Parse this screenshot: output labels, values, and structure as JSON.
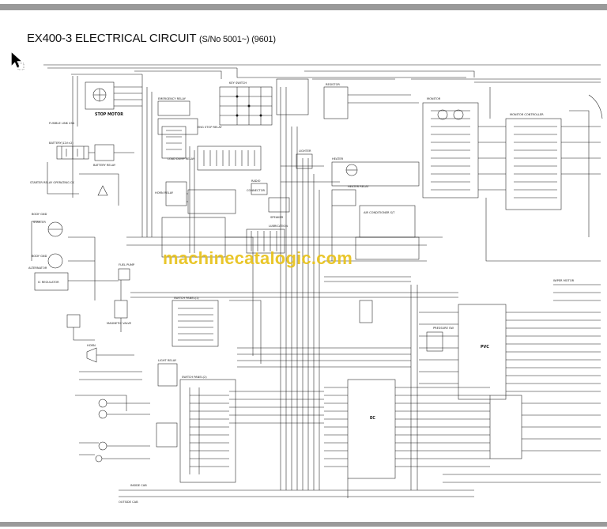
{
  "diagram": {
    "title_main": "EX400-3  ELECTRICAL CIRCUIT",
    "title_sub": "(S/No 5001~) (9601)",
    "watermark": "machinecatalogic.com",
    "labels": {
      "stop_motor": "STOP MOTOR",
      "fusible_link": "FUSIBLE LINK 45A",
      "battery": "BATTERY(12V×2)",
      "battery_relay": "BATTERY RELAY",
      "starter_relay": "STARTER RELAY OPERATING CK",
      "body_gnd1": "BODY GND",
      "starter": "STARTER",
      "body_gnd2": "BODY GND",
      "alternator": "ALTERNATOR",
      "ic_regulator": "IC REGULATOR",
      "fuel_pump": "FUEL PUMP",
      "magnetic_valve": "MAGNETIC VALVE",
      "horn": "HORN",
      "key_switch": "KEY SWITCH",
      "emergency_relay": "EMERGENCY RELAY",
      "eng_stop_relay": "ENG STOP RELAY",
      "load_dump_relay": "LOAD DUMP RELAY",
      "horn_relay": "HORN RELAY",
      "switch_panel_1": "SWITCH PANEL(1)",
      "switch_panel_2": "SWITCH PANEL(2)",
      "light_relay": "LIGHT RELAY",
      "connector": "CONNECTOR",
      "speaker": "SPEAKER",
      "lubrication": "LUBRICATION",
      "heater": "HEATER",
      "heater_relay": "HEATER RELAY",
      "air_conditioner": "AIR CONDITIONER S/T",
      "resistor": "RESISTOR",
      "monitor": "MONITOR",
      "monitor_controller": "MONITOR CONTROLLER",
      "pvc": "PVC",
      "ec": "EC",
      "pressure_sw": "PRESSURE SW",
      "inside_cab": "INSIDE CAB",
      "outside_cab": "OUTSIDE CAB",
      "lighter": "LIGHTER",
      "radio": "RADIO",
      "wiper_motor": "WIPER MOTOR"
    }
  }
}
